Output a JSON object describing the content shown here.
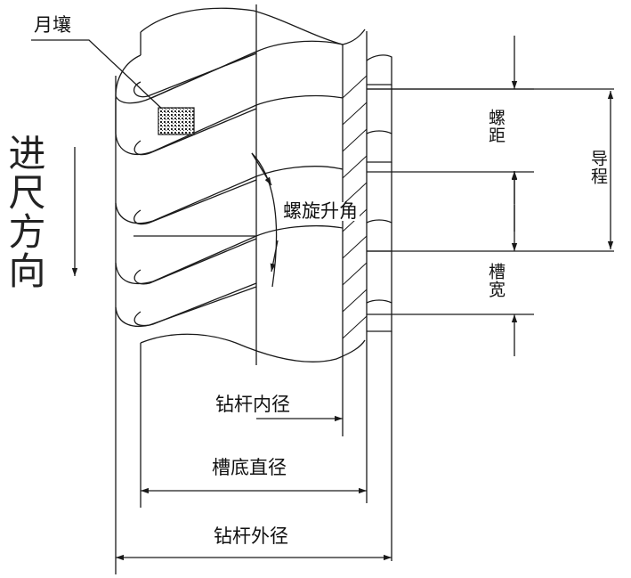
{
  "labels": {
    "soil": "月壤",
    "feed_direction": "进尺方向",
    "helix_angle": "螺旋升角",
    "pitch": "螺距",
    "lead": "导程",
    "groove_width": "槽宽",
    "rod_inner_diameter": "钻杆内径",
    "groove_bottom_diameter": "槽底直径",
    "rod_outer_diameter": "钻杆外径"
  },
  "colors": {
    "line": "#1a1a1a",
    "background": "#ffffff"
  }
}
